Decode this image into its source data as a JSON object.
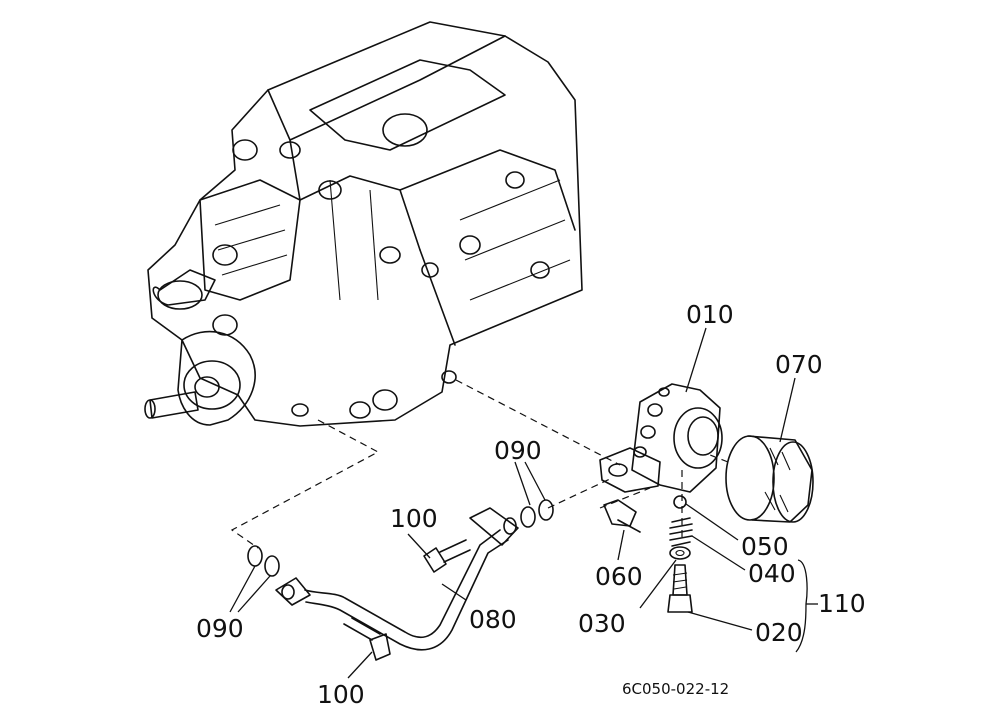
{
  "callouts": {
    "c010": "010",
    "c070": "070",
    "c090_right": "090",
    "c100_upper": "100",
    "c050": "050",
    "c040": "040",
    "c060": "060",
    "c110": "110",
    "c030": "030",
    "c020": "020",
    "c090_left": "090",
    "c080": "080",
    "c100_lower": "100"
  },
  "drawing_code": "6C050-022-12"
}
